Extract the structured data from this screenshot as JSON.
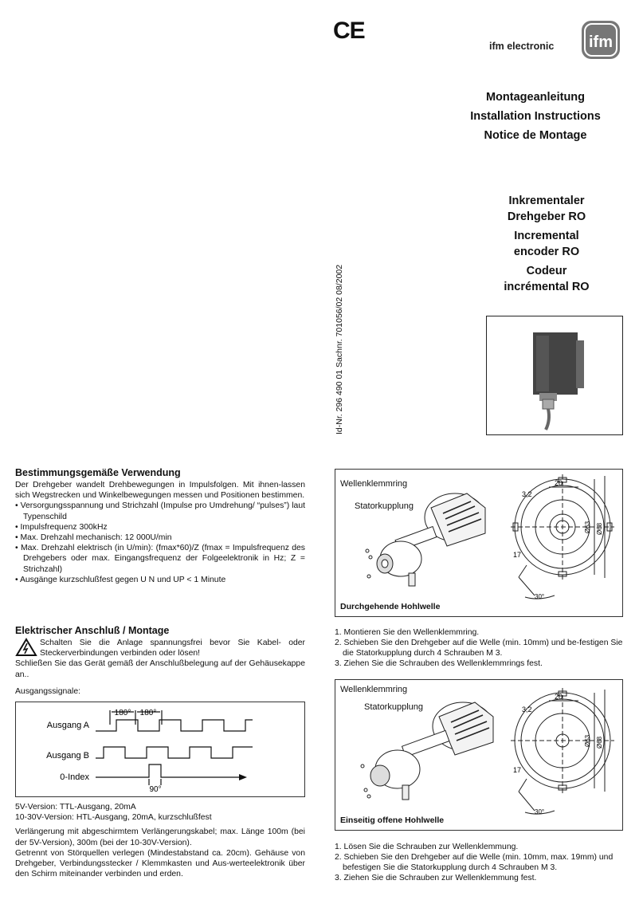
{
  "header": {
    "ce_mark": "CE",
    "brand": "ifm electronic",
    "logo_text": "ifm",
    "titles": [
      "Montageanleitung",
      "Installation Instructions",
      "Notice de Montage"
    ]
  },
  "product": {
    "lines": [
      "Inkrementaler",
      "Drehgeber RO",
      "Incremental",
      "encoder RO",
      "Codeur",
      "incrémental RO"
    ]
  },
  "side_id": "Id-Nr. 296 490 01   Sachnr. 701056/02   08/2002",
  "usage": {
    "heading": "Bestimmungsgemäße Verwendung",
    "intro": "Der Drehgeber wandelt Drehbewegungen in Impulsfolgen. Mit ihnen-lassen sich Wegstrecken und Winkelbewegungen messen und Positionen bestimmen.",
    "bullets": [
      "Versorgungsspannung und Strichzahl (Impulse pro Umdrehung/ “pulses”) laut Typenschild",
      "Impulsfrequenz 300kHz",
      "Max. Drehzahl mechanisch: 12 000U/min",
      "Max. Drehzahl elektrisch (in U/min): (fmax*60)/Z (fmax = Impulsfrequenz des Drehgebers oder max. Eingangsfrequenz der Folgeelektronik in Hz; Z = Strichzahl)",
      "Ausgänge kurzschlußfest gegen U N und UP < 1 Minute"
    ]
  },
  "electrical": {
    "heading": "Elektrischer Anschluß / Montage",
    "warning": "Schalten Sie die Anlage spannungsfrei bevor Sie Kabel- oder Steckerverbindungen verbinden oder lösen!",
    "connect": "Schließen Sie das Gerät gemäß der Anschlußbelegung auf der Gehäusekappe an..",
    "signals_label": "Ausgangssignale:",
    "signal_names": [
      "Ausgang A",
      "Ausgang B",
      "0-Index"
    ],
    "deg180": "180°",
    "deg90": "90°",
    "versions": [
      "5V-Version: TTL-Ausgang, 20mA",
      "10-30V-Version: HTL-Ausgang, 20mA, kurzschlußfest"
    ],
    "notes": [
      "Verlängerung mit abgeschirmtem Verlängerungskabel; max. Länge 100m (bei der 5V-Version), 300m (bei der 10-30V-Version).",
      "Getrennt von Störquellen verlegen (Mindestabstand ca. 20cm). Gehäuse von Drehgeber, Verbindungsstecker / Klemmkasten und Aus-werteelektronik über den Schirm miteinander verbinden und erden."
    ]
  },
  "figure1": {
    "label_ring": "Wellenklemmring",
    "label_coupling": "Statorkupplung",
    "caption": "Durchgehende Hohlwelle",
    "dims": {
      "d20": "20",
      "d32": "3,2",
      "d63": "Ø63",
      "d68": "Ø68",
      "d17": "17",
      "a30": "30°"
    }
  },
  "steps1": [
    "1. Montieren Sie den Wellenklemmring.",
    "2. Schieben Sie den Drehgeber auf die Welle (min. 10mm) und be-festigen Sie die Statorkupplung durch 4 Schrauben M 3.",
    "3. Ziehen Sie die Schrauben des Wellenklemmrings fest."
  ],
  "figure2": {
    "label_ring": "Wellenklemmring",
    "label_coupling": "Statorkupplung",
    "caption": "Einseitig offene Hohlwelle",
    "dims": {
      "d20": "20",
      "d32": "3,2",
      "d63": "Ø63",
      "d68": "Ø68",
      "d17": "17",
      "a30": "30°"
    }
  },
  "steps2": [
    "1. Lösen Sie die Schrauben zur Wellenklemmung.",
    "2. Schieben Sie den Drehgeber auf die Welle (min. 10mm, max. 19mm) und befestigen Sie die Statorkupplung durch 4 Schrauben M 3.",
    "3. Ziehen Sie die Schrauben zur Wellenklemmung fest."
  ]
}
